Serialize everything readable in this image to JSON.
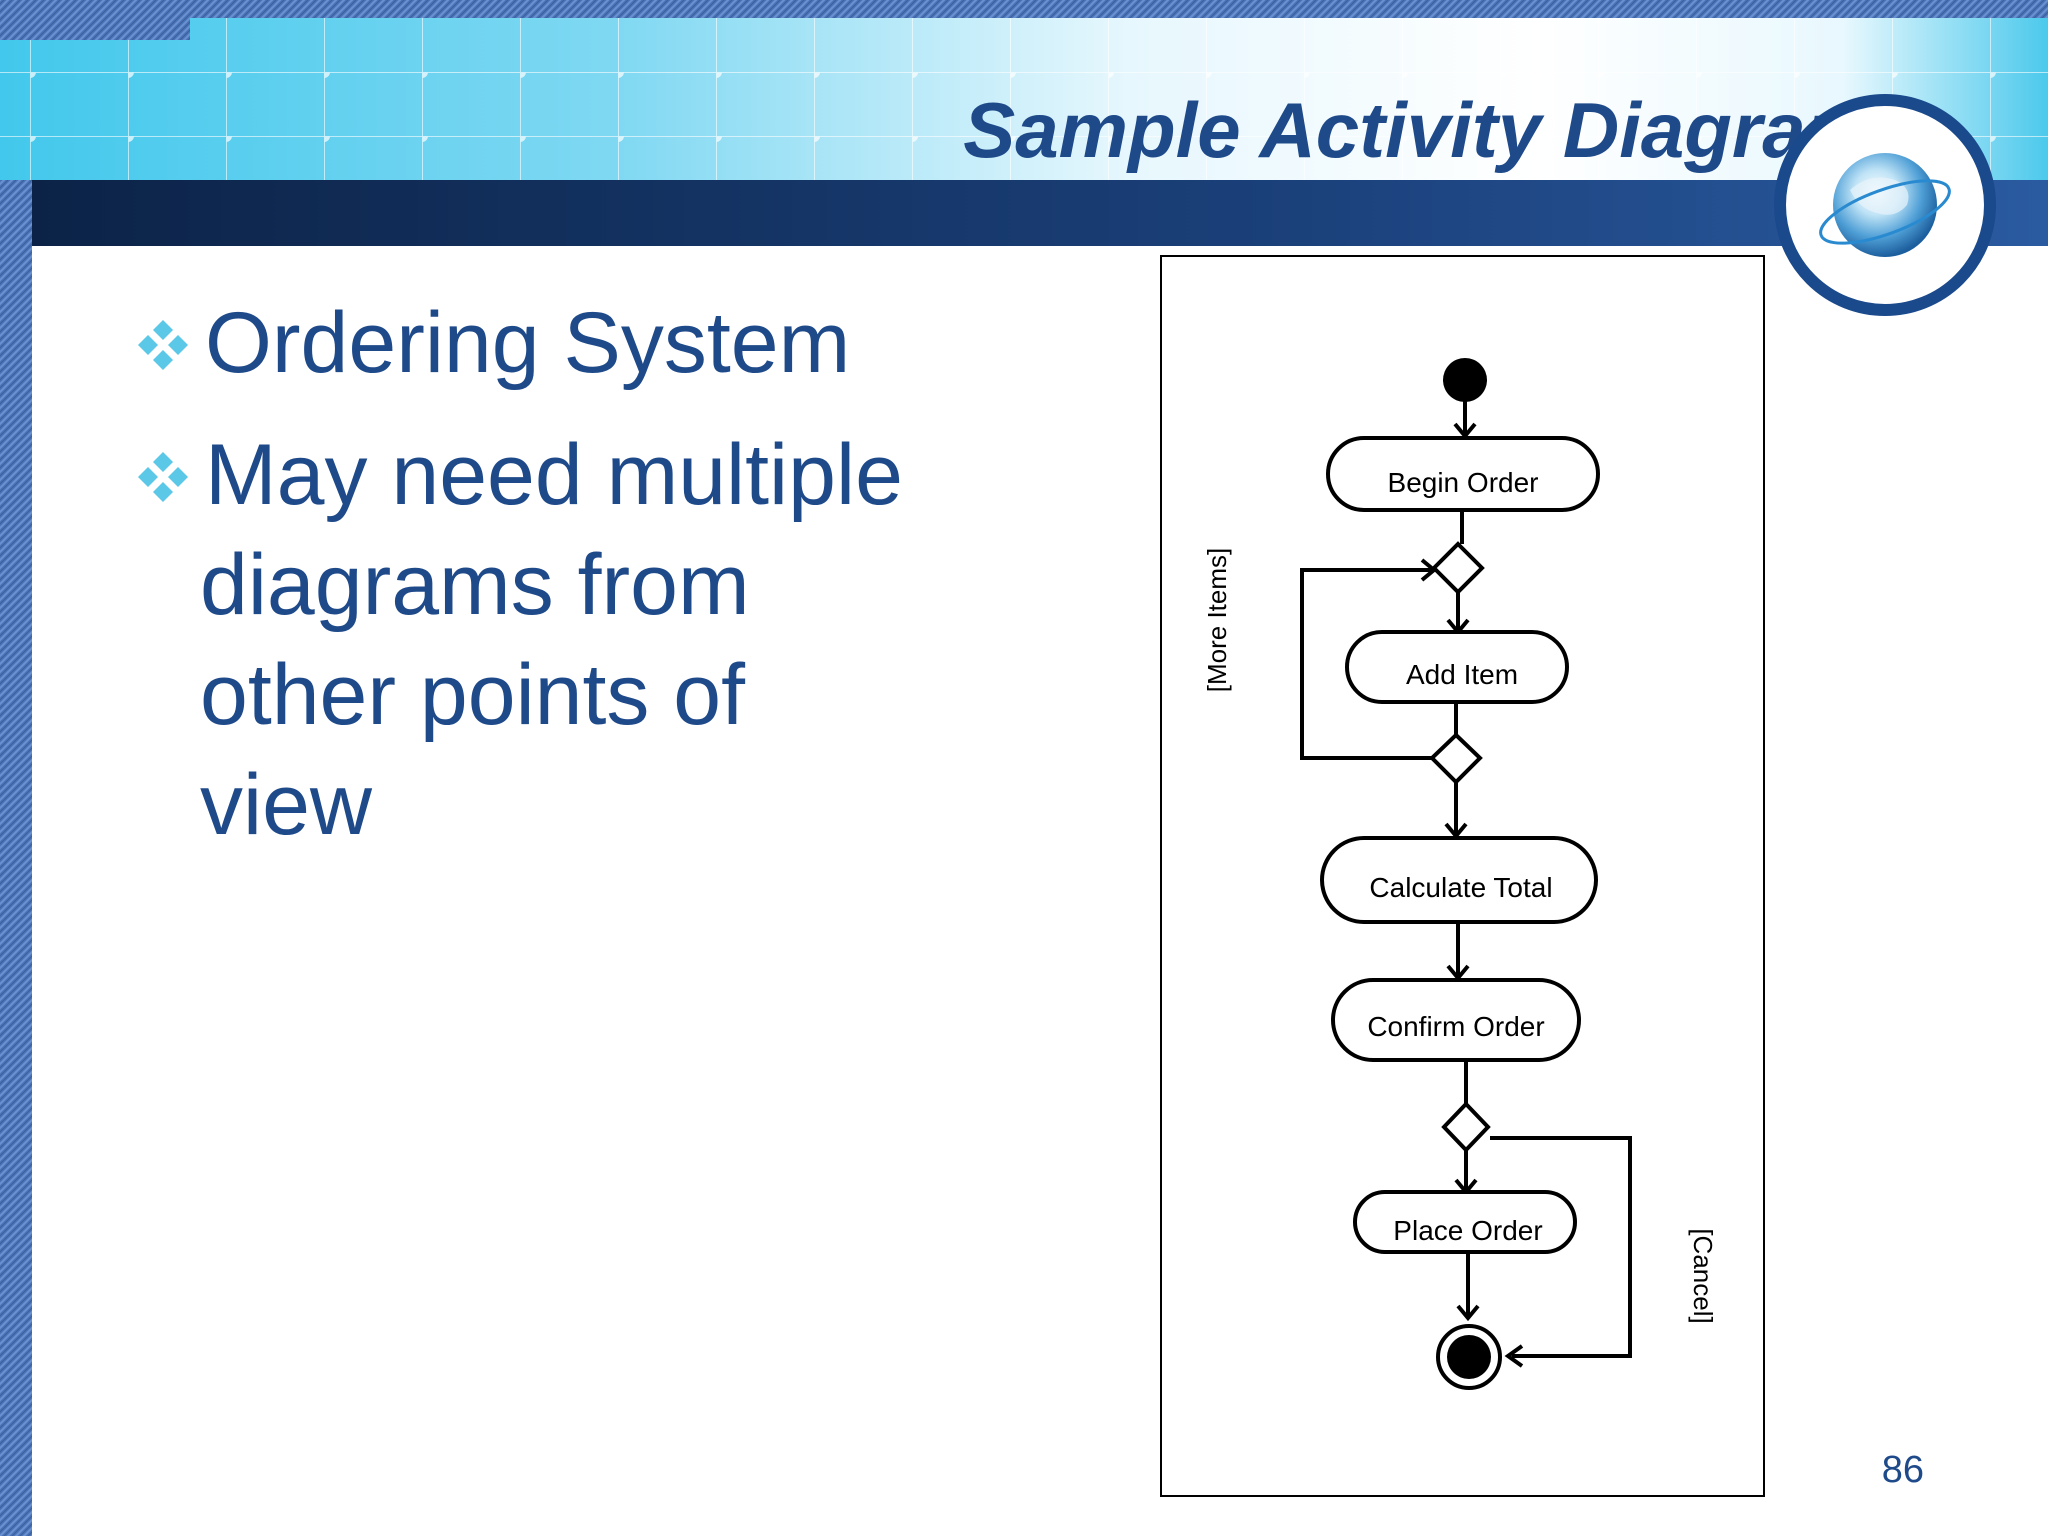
{
  "slide": {
    "title": "Sample Activity Diagram",
    "bullets": [
      "Ordering System",
      "May need multiple diagrams from other points of view"
    ],
    "bullet_lines": [
      [
        "Ordering System"
      ],
      [
        "May need multiple",
        "diagrams from",
        "other points of",
        "view"
      ]
    ],
    "page_number": "86"
  },
  "diagram": {
    "nodes": [
      "Begin Order",
      "Add Item",
      "Calculate Total",
      "Confirm Order",
      "Place Order"
    ],
    "guards": [
      "[More Items]",
      "[Cancel]"
    ]
  },
  "colors": {
    "title": "#1f4a8a",
    "body_text": "#1f4a8a",
    "header_bar_dark": "#0f2a52",
    "header_grid": "#3ec6ea",
    "denim": "#4a74b8",
    "bullet_icon": "#5bc8e8"
  }
}
